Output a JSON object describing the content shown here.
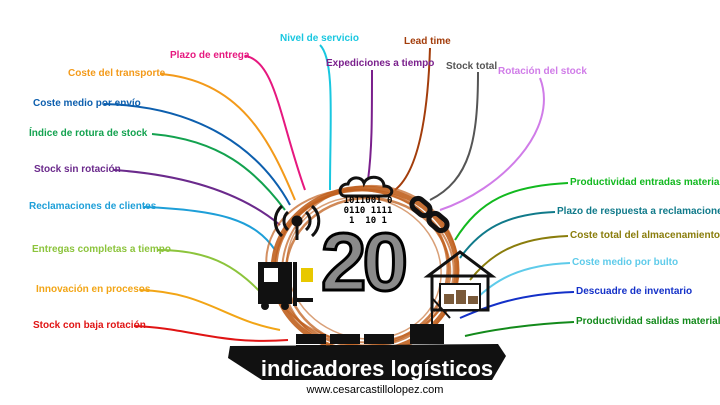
{
  "colors": {
    "ring": "#c0601e",
    "dark": "#1a1a1a",
    "number_fill": "#8a8a8a"
  },
  "center": {
    "number": "20",
    "banner": "indicadores logísticos",
    "website": "www.cesarcastillolopez.com",
    "binary": [
      "1011001 0",
      "0110 1111",
      "1  10 1"
    ]
  },
  "icons": [
    "antenna-icon",
    "cloud-icon",
    "chain-icon",
    "forklift-icon",
    "warehouse-icon",
    "cargo-ship-icon",
    "crane-icon"
  ],
  "labels": [
    {
      "id": "plazo-entrega",
      "text": "Plazo de entrega",
      "color": "#e6187f"
    },
    {
      "id": "nivel-servicio",
      "text": "Nivel de servicio",
      "color": "#19c7e0"
    },
    {
      "id": "lead-time",
      "text": "Lead time",
      "color": "#a33d0b"
    },
    {
      "id": "expediciones",
      "text": "Expediciones a tiempo",
      "color": "#7a1f8c"
    },
    {
      "id": "stock-total",
      "text": "Stock total",
      "color": "#555555"
    },
    {
      "id": "rotacion-stock",
      "text": "Rotación del stock",
      "color": "#d07ce8"
    },
    {
      "id": "coste-transporte",
      "text": "Coste del transporte",
      "color": "#f39a1a"
    },
    {
      "id": "coste-envio",
      "text": "Coste medio por envío",
      "color": "#0d5fae"
    },
    {
      "id": "rotura-stock",
      "text": "Índice de rotura de stock",
      "color": "#13a24f"
    },
    {
      "id": "stock-sin-rotacion",
      "text": "Stock sin rotación",
      "color": "#6b2a8c"
    },
    {
      "id": "reclamaciones",
      "text": "Reclamaciones de clientes",
      "color": "#1e9fd8"
    },
    {
      "id": "entregas-completas",
      "text": "Entregas completas a tiempo",
      "color": "#8cc43c"
    },
    {
      "id": "innovacion",
      "text": "Innovación en procesos",
      "color": "#f2a516"
    },
    {
      "id": "baja-rotacion",
      "text": "Stock con baja rotación",
      "color": "#e01414"
    },
    {
      "id": "productividad-entradas",
      "text": "Productividad entradas material",
      "color": "#12b91f"
    },
    {
      "id": "respuesta-reclamaciones",
      "text": "Plazo de respuesta a reclamaciones",
      "color": "#107a8a"
    },
    {
      "id": "coste-almacenamiento",
      "text": "Coste total del almacenamiento",
      "color": "#8a7d0c"
    },
    {
      "id": "coste-bulto",
      "text": "Coste medio por bulto",
      "color": "#5ecbea"
    },
    {
      "id": "descuadre",
      "text": "Descuadre de inventario",
      "color": "#1330c8"
    },
    {
      "id": "productividad-salidas",
      "text": "Productividad salidas material",
      "color": "#138a1b"
    }
  ]
}
